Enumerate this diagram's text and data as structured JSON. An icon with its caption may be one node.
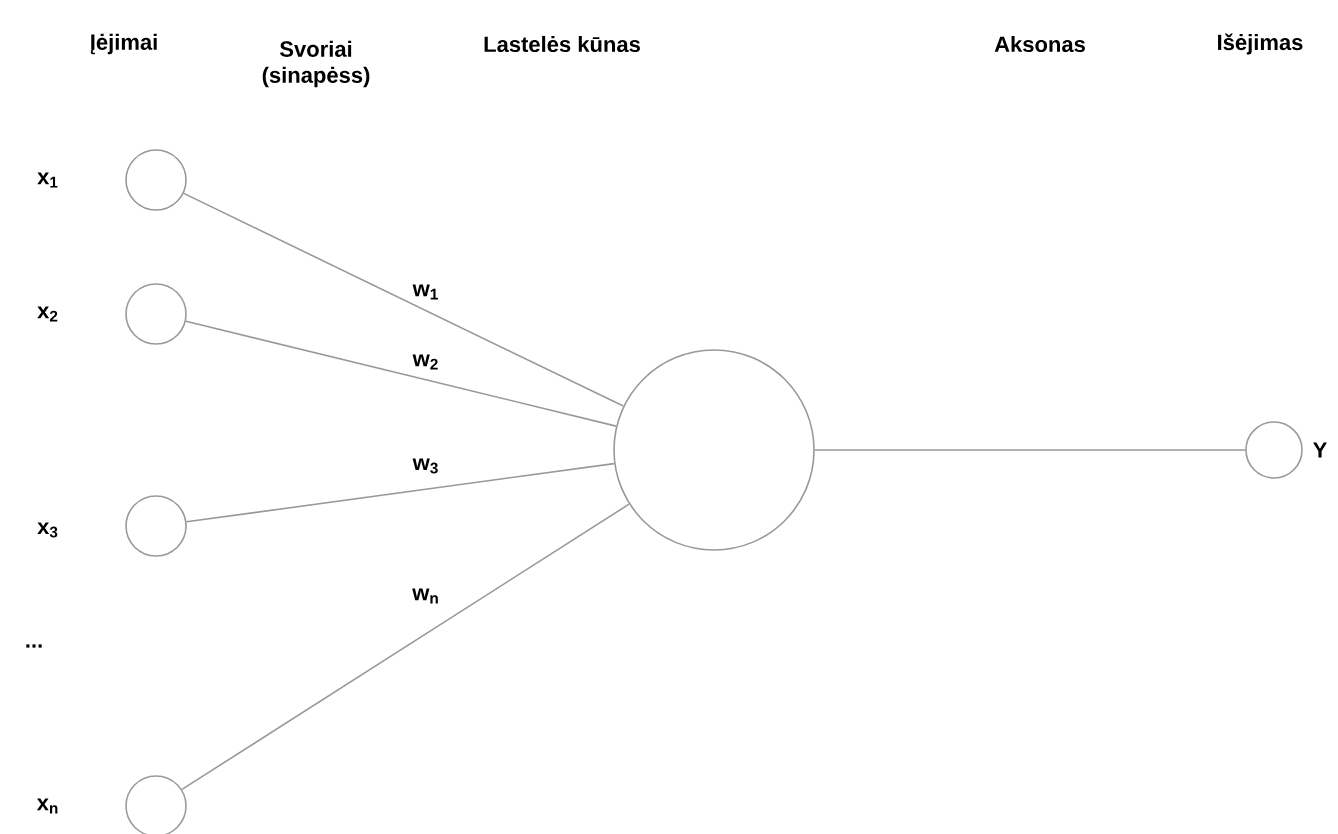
{
  "diagram": {
    "nodes": [
      {
        "text": [],
        "shape": "circle",
        "beside": [
          "x$_{1}$"
        ]
      },
      {
        "text": [],
        "shape": "circle",
        "beside": [
          "x$_{2}$"
        ]
      },
      {
        "text": [],
        "shape": "circle",
        "beside": [
          "x$_{3}$"
        ]
      },
      {
        "text": [],
        "shape": "circle",
        "beside": [
          "x$_{n}$"
        ]
      },
      {
        "text": [],
        "shape": "circle"
      },
      {
        "text": [],
        "shape": "circle",
        "beside": [
          "Y"
        ]
      }
    ],
    "edges": [
      {
        "from": 0,
        "to": 4,
        "arrow": "none",
        "label": "w$_{1}$"
      },
      {
        "from": 1,
        "to": 4,
        "arrow": "none",
        "label": "w$_{2}$"
      },
      {
        "from": 2,
        "to": 4,
        "arrow": "none",
        "label": "w$_{3}$"
      },
      {
        "from": 3,
        "to": 4,
        "arrow": "none",
        "label": "w$_{n}$"
      },
      {
        "from": 4,
        "to": 5,
        "arrow": "none"
      }
    ],
    "labels": [
      "Įėjimai",
      "Svoriai (sinapėss)",
      "Lastelės kūnas",
      "Aksonas",
      "Išėjimas",
      "..."
    ]
  }
}
